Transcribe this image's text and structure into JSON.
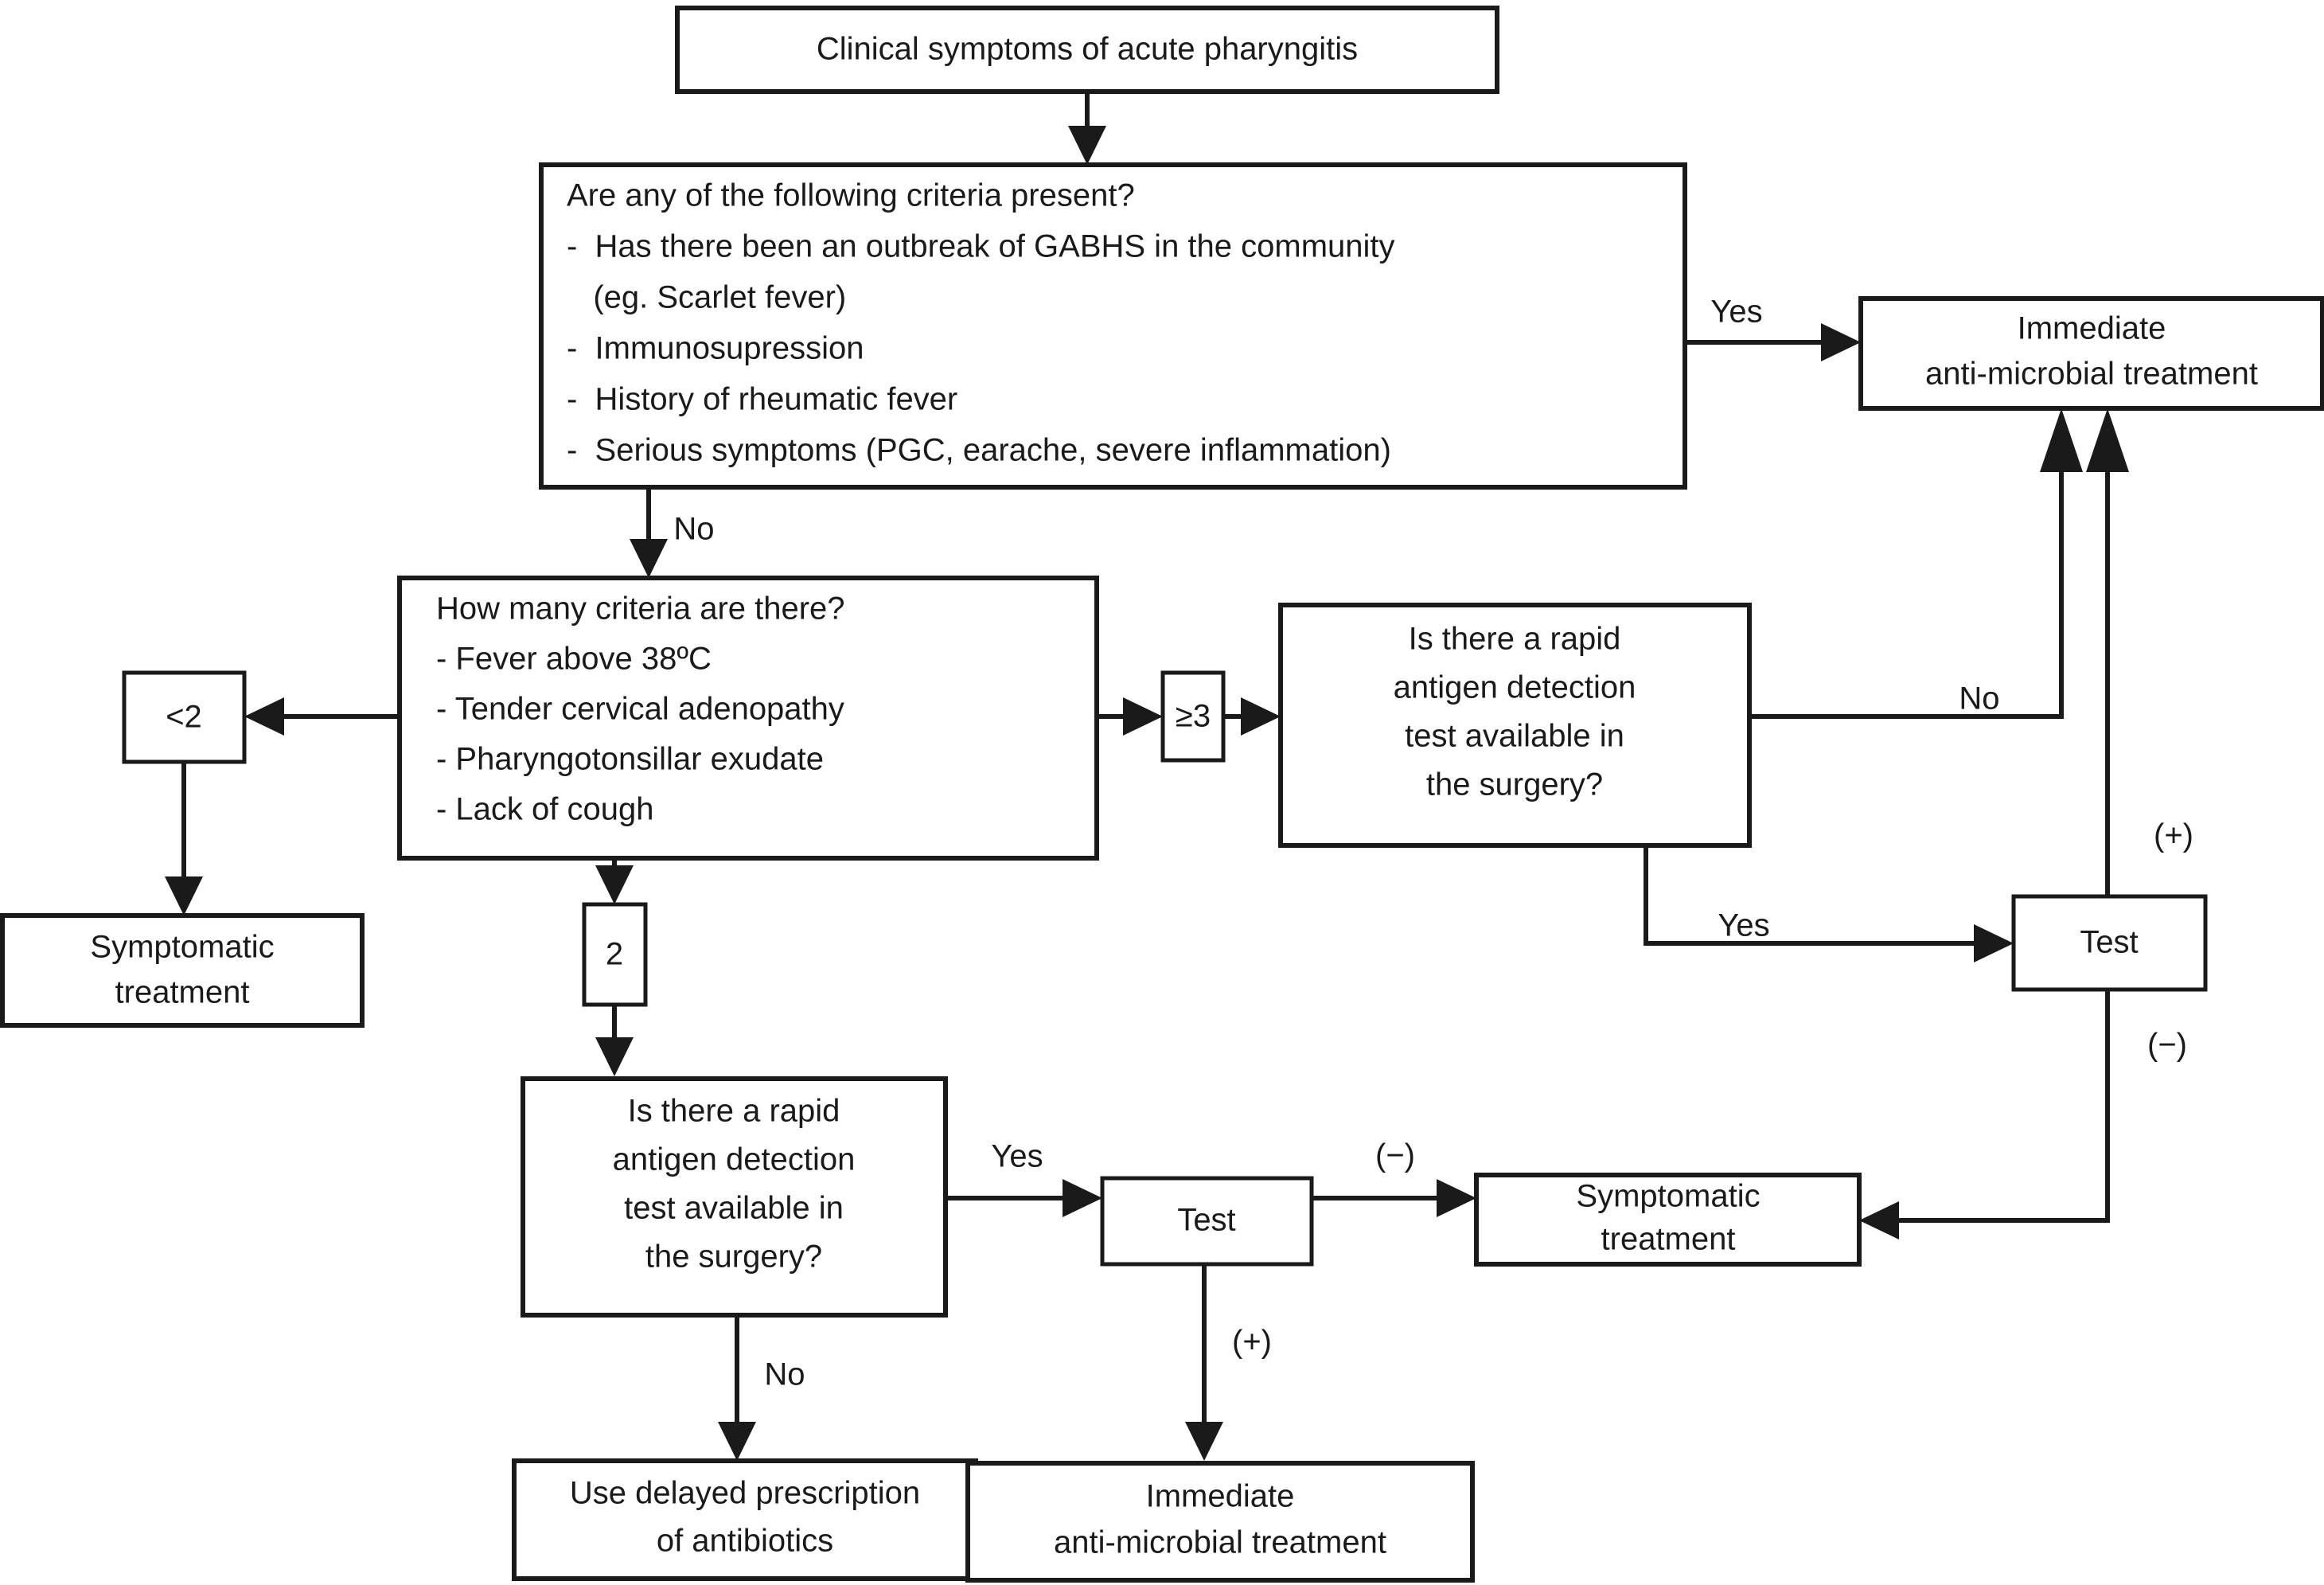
{
  "diagram": {
    "title": "Acute pharyngitis management algorithm",
    "type": "flowchart",
    "colors": {
      "background": "#ffffff",
      "stroke": "#1a1a1a",
      "text": "#1a1a1a",
      "node_fill": "#ffffff"
    }
  },
  "nodes": {
    "start": {
      "id": "start",
      "label": "Clinical symptoms of acute pharyngitis",
      "lines": [
        "Clinical symptoms of acute pharyngitis"
      ],
      "shape": "rect"
    },
    "criteria_question": {
      "id": "criteria_question",
      "heading": "Are any of the following criteria present?",
      "lines": [
        "Are any of the following criteria present?",
        "-  Has there been an outbreak of GABHS in the community",
        "   (eg. Scarlet fever)",
        "-  Immunosupression",
        "-  History of rheumatic fever",
        "-  Serious symptoms (PGC, earache, severe inflammation)"
      ],
      "shape": "rect"
    },
    "immediate_top": {
      "id": "immediate_top",
      "lines": [
        "Immediate",
        "anti-microbial treatment"
      ],
      "shape": "rect"
    },
    "count_criteria": {
      "id": "count_criteria",
      "heading": "How many criteria are there?",
      "lines": [
        "How many criteria are there?",
        "- Fever above 38ºC",
        "- Tender cervical adenopathy",
        "- Pharyngotonsillar exudate",
        "- Lack of cough"
      ],
      "shape": "rect"
    },
    "lt2": {
      "id": "lt2",
      "lines": [
        "<2"
      ],
      "shape": "rect"
    },
    "symptomatic_left": {
      "id": "symptomatic_left",
      "lines": [
        "Symptomatic",
        "treatment"
      ],
      "shape": "rect"
    },
    "ge3": {
      "id": "ge3",
      "lines": [
        "≥3"
      ],
      "shape": "rect"
    },
    "two": {
      "id": "two",
      "lines": [
        "2"
      ],
      "shape": "rect"
    },
    "rapid_test_upper": {
      "id": "rapid_test_upper",
      "lines": [
        "Is there a rapid",
        "antigen detection",
        "test available in",
        "the surgery?"
      ],
      "shape": "rect"
    },
    "rapid_test_lower": {
      "id": "rapid_test_lower",
      "lines": [
        "Is there a rapid",
        "antigen detection",
        "test available in",
        "the surgery?"
      ],
      "shape": "rect"
    },
    "test_right": {
      "id": "test_right",
      "lines": [
        "Test"
      ],
      "shape": "rect"
    },
    "test_lower": {
      "id": "test_lower",
      "lines": [
        "Test"
      ],
      "shape": "rect"
    },
    "symptomatic_right": {
      "id": "symptomatic_right",
      "lines": [
        "Symptomatic",
        "treatment"
      ],
      "shape": "rect"
    },
    "delayed_prescription": {
      "id": "delayed_prescription",
      "lines": [
        "Use delayed prescription",
        "of antibiotics"
      ],
      "shape": "rect"
    },
    "immediate_bottom": {
      "id": "immediate_bottom",
      "lines": [
        "Immediate",
        "anti-microbial treatment"
      ],
      "shape": "rect"
    }
  },
  "edge_labels": {
    "criteria_yes": "Yes",
    "criteria_no": "No",
    "upper_test_no": "No",
    "upper_test_yes": "Yes",
    "right_test_plus": "(+)",
    "right_test_minus": "(−)",
    "lower_test_yes": "Yes",
    "lower_test_no": "No",
    "lower_test_minus": "(−)",
    "lower_test_plus": "(+)"
  },
  "edges": [
    {
      "from": "start",
      "to": "criteria_question",
      "label": ""
    },
    {
      "from": "criteria_question",
      "to": "immediate_top",
      "label": "Yes"
    },
    {
      "from": "criteria_question",
      "to": "count_criteria",
      "label": "No"
    },
    {
      "from": "count_criteria",
      "to": "lt2",
      "label": "<2"
    },
    {
      "from": "lt2",
      "to": "symptomatic_left",
      "label": ""
    },
    {
      "from": "count_criteria",
      "to": "ge3",
      "label": "≥3"
    },
    {
      "from": "ge3",
      "to": "rapid_test_upper",
      "label": ""
    },
    {
      "from": "count_criteria",
      "to": "two",
      "label": "2"
    },
    {
      "from": "two",
      "to": "rapid_test_lower",
      "label": ""
    },
    {
      "from": "rapid_test_upper",
      "to": "immediate_top",
      "label": "No"
    },
    {
      "from": "rapid_test_upper",
      "to": "test_right",
      "label": "Yes"
    },
    {
      "from": "test_right",
      "to": "immediate_top",
      "label": "(+)"
    },
    {
      "from": "test_right",
      "to": "symptomatic_right",
      "label": "(−)"
    },
    {
      "from": "rapid_test_lower",
      "to": "test_lower",
      "label": "Yes"
    },
    {
      "from": "rapid_test_lower",
      "to": "delayed_prescription",
      "label": "No"
    },
    {
      "from": "test_lower",
      "to": "symptomatic_right",
      "label": "(−)"
    },
    {
      "from": "test_lower",
      "to": "immediate_bottom",
      "label": "(+)"
    }
  ]
}
